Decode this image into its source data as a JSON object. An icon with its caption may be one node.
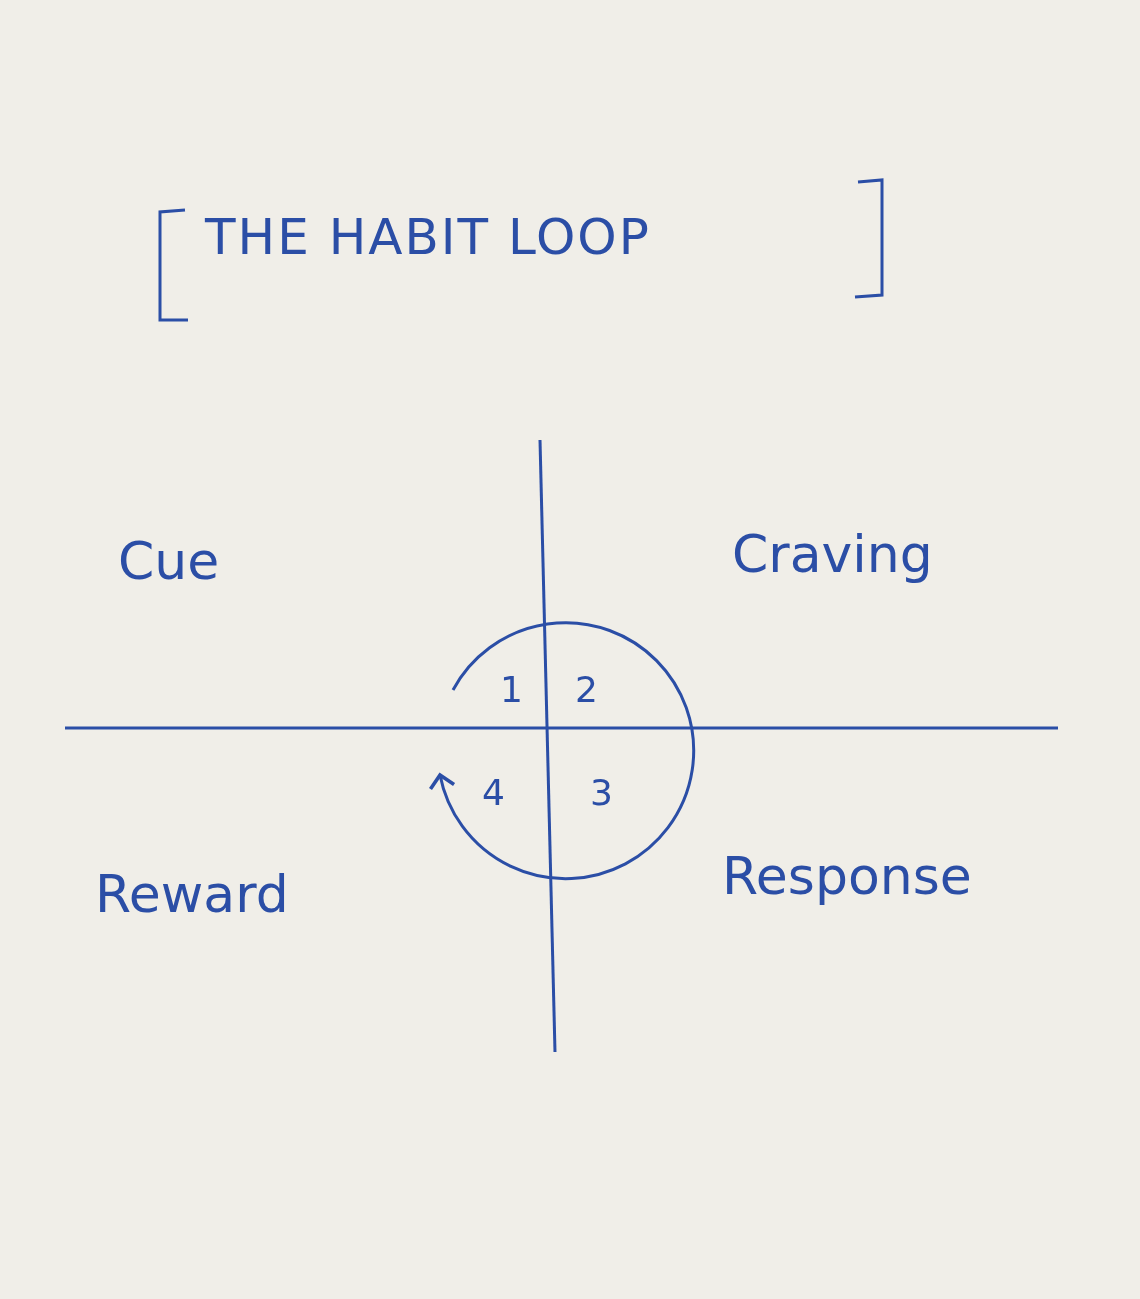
{
  "diagram": {
    "title": "THE HABIT LOOP",
    "labels": [
      "Cue",
      "Craving",
      "1",
      "2",
      "4",
      "3",
      "Reward",
      "Response"
    ]
  }
}
